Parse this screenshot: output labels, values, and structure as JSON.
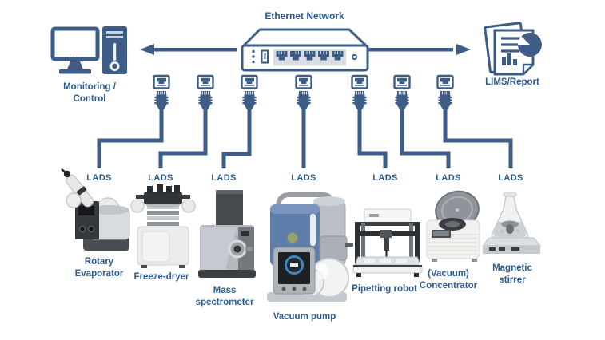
{
  "colors": {
    "primary_blue": "#3e5d86",
    "label_blue": "#2e5c8d",
    "port_panel_gray": "#d9dee5",
    "device_gray": "#b6bac0",
    "pump_blue": "#5f7dab"
  },
  "header": {
    "network_label": "Ethernet Network"
  },
  "nodes": {
    "monitoring": "Monitoring /\nControl",
    "lims": "LIMS/Report"
  },
  "icons": {
    "switch": "ethernet-switch-icon",
    "computer": "desktop-computer-icon",
    "report": "report-documents-icon",
    "connector": "ethernet-connector-icon",
    "arrow_left": "arrow-left-icon",
    "arrow_right": "arrow-right-icon"
  },
  "connections": [
    {
      "port_label": "LADS",
      "device": "Rotary\nEvaporator"
    },
    {
      "port_label": "LADS",
      "device": "Freeze-dryer"
    },
    {
      "port_label": "LADS",
      "device": "Mass\nspectrometer"
    },
    {
      "port_label": "LADS",
      "device": "Vacuum pump"
    },
    {
      "port_label": "LADS",
      "device": "Pipetting robot"
    },
    {
      "port_label": "LADS",
      "device": "(Vacuum)\nConcentrator"
    },
    {
      "port_label": "LADS",
      "device": "Magnetic\nstirrer"
    }
  ]
}
